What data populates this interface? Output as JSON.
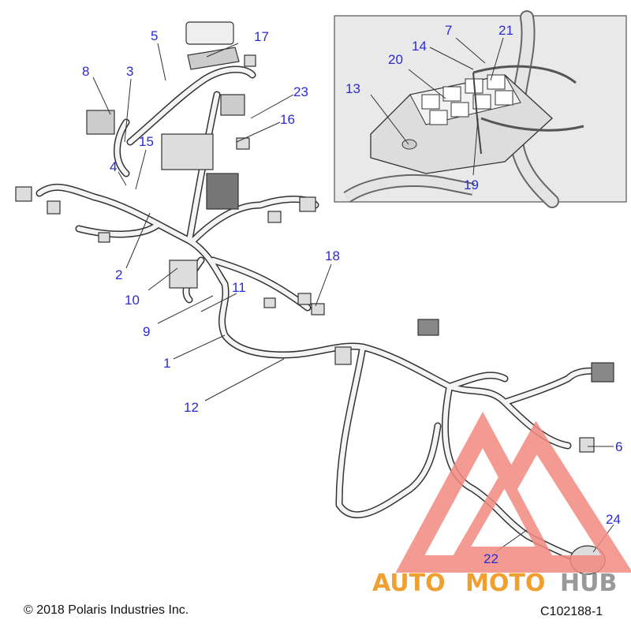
{
  "callouts": {
    "c1": "1",
    "c2": "2",
    "c3": "3",
    "c4": "4",
    "c5": "5",
    "c6": "6",
    "c7": "7",
    "c8": "8",
    "c9": "9",
    "c10": "10",
    "c11": "11",
    "c12": "12",
    "c13": "13",
    "c14": "14",
    "c15": "15",
    "c16": "16",
    "c17": "17",
    "c18": "18",
    "c19": "19",
    "c20": "20",
    "c21": "21",
    "c22": "22",
    "c23": "23",
    "c24": "24"
  },
  "footer": {
    "copyright": "© 2018 Polaris Industries Inc.",
    "figure_id": "C102188-1"
  },
  "watermark": {
    "part1": "AUTO",
    "part2": "MOTO",
    "part3": "HUB",
    "color_primary": "#f0a030",
    "color_secondary": "#999999",
    "triangle_color": "#f28a80"
  },
  "colors": {
    "callout": "#2a2ad0",
    "line": "#333333",
    "inset_bg": "#e9e9e9"
  }
}
